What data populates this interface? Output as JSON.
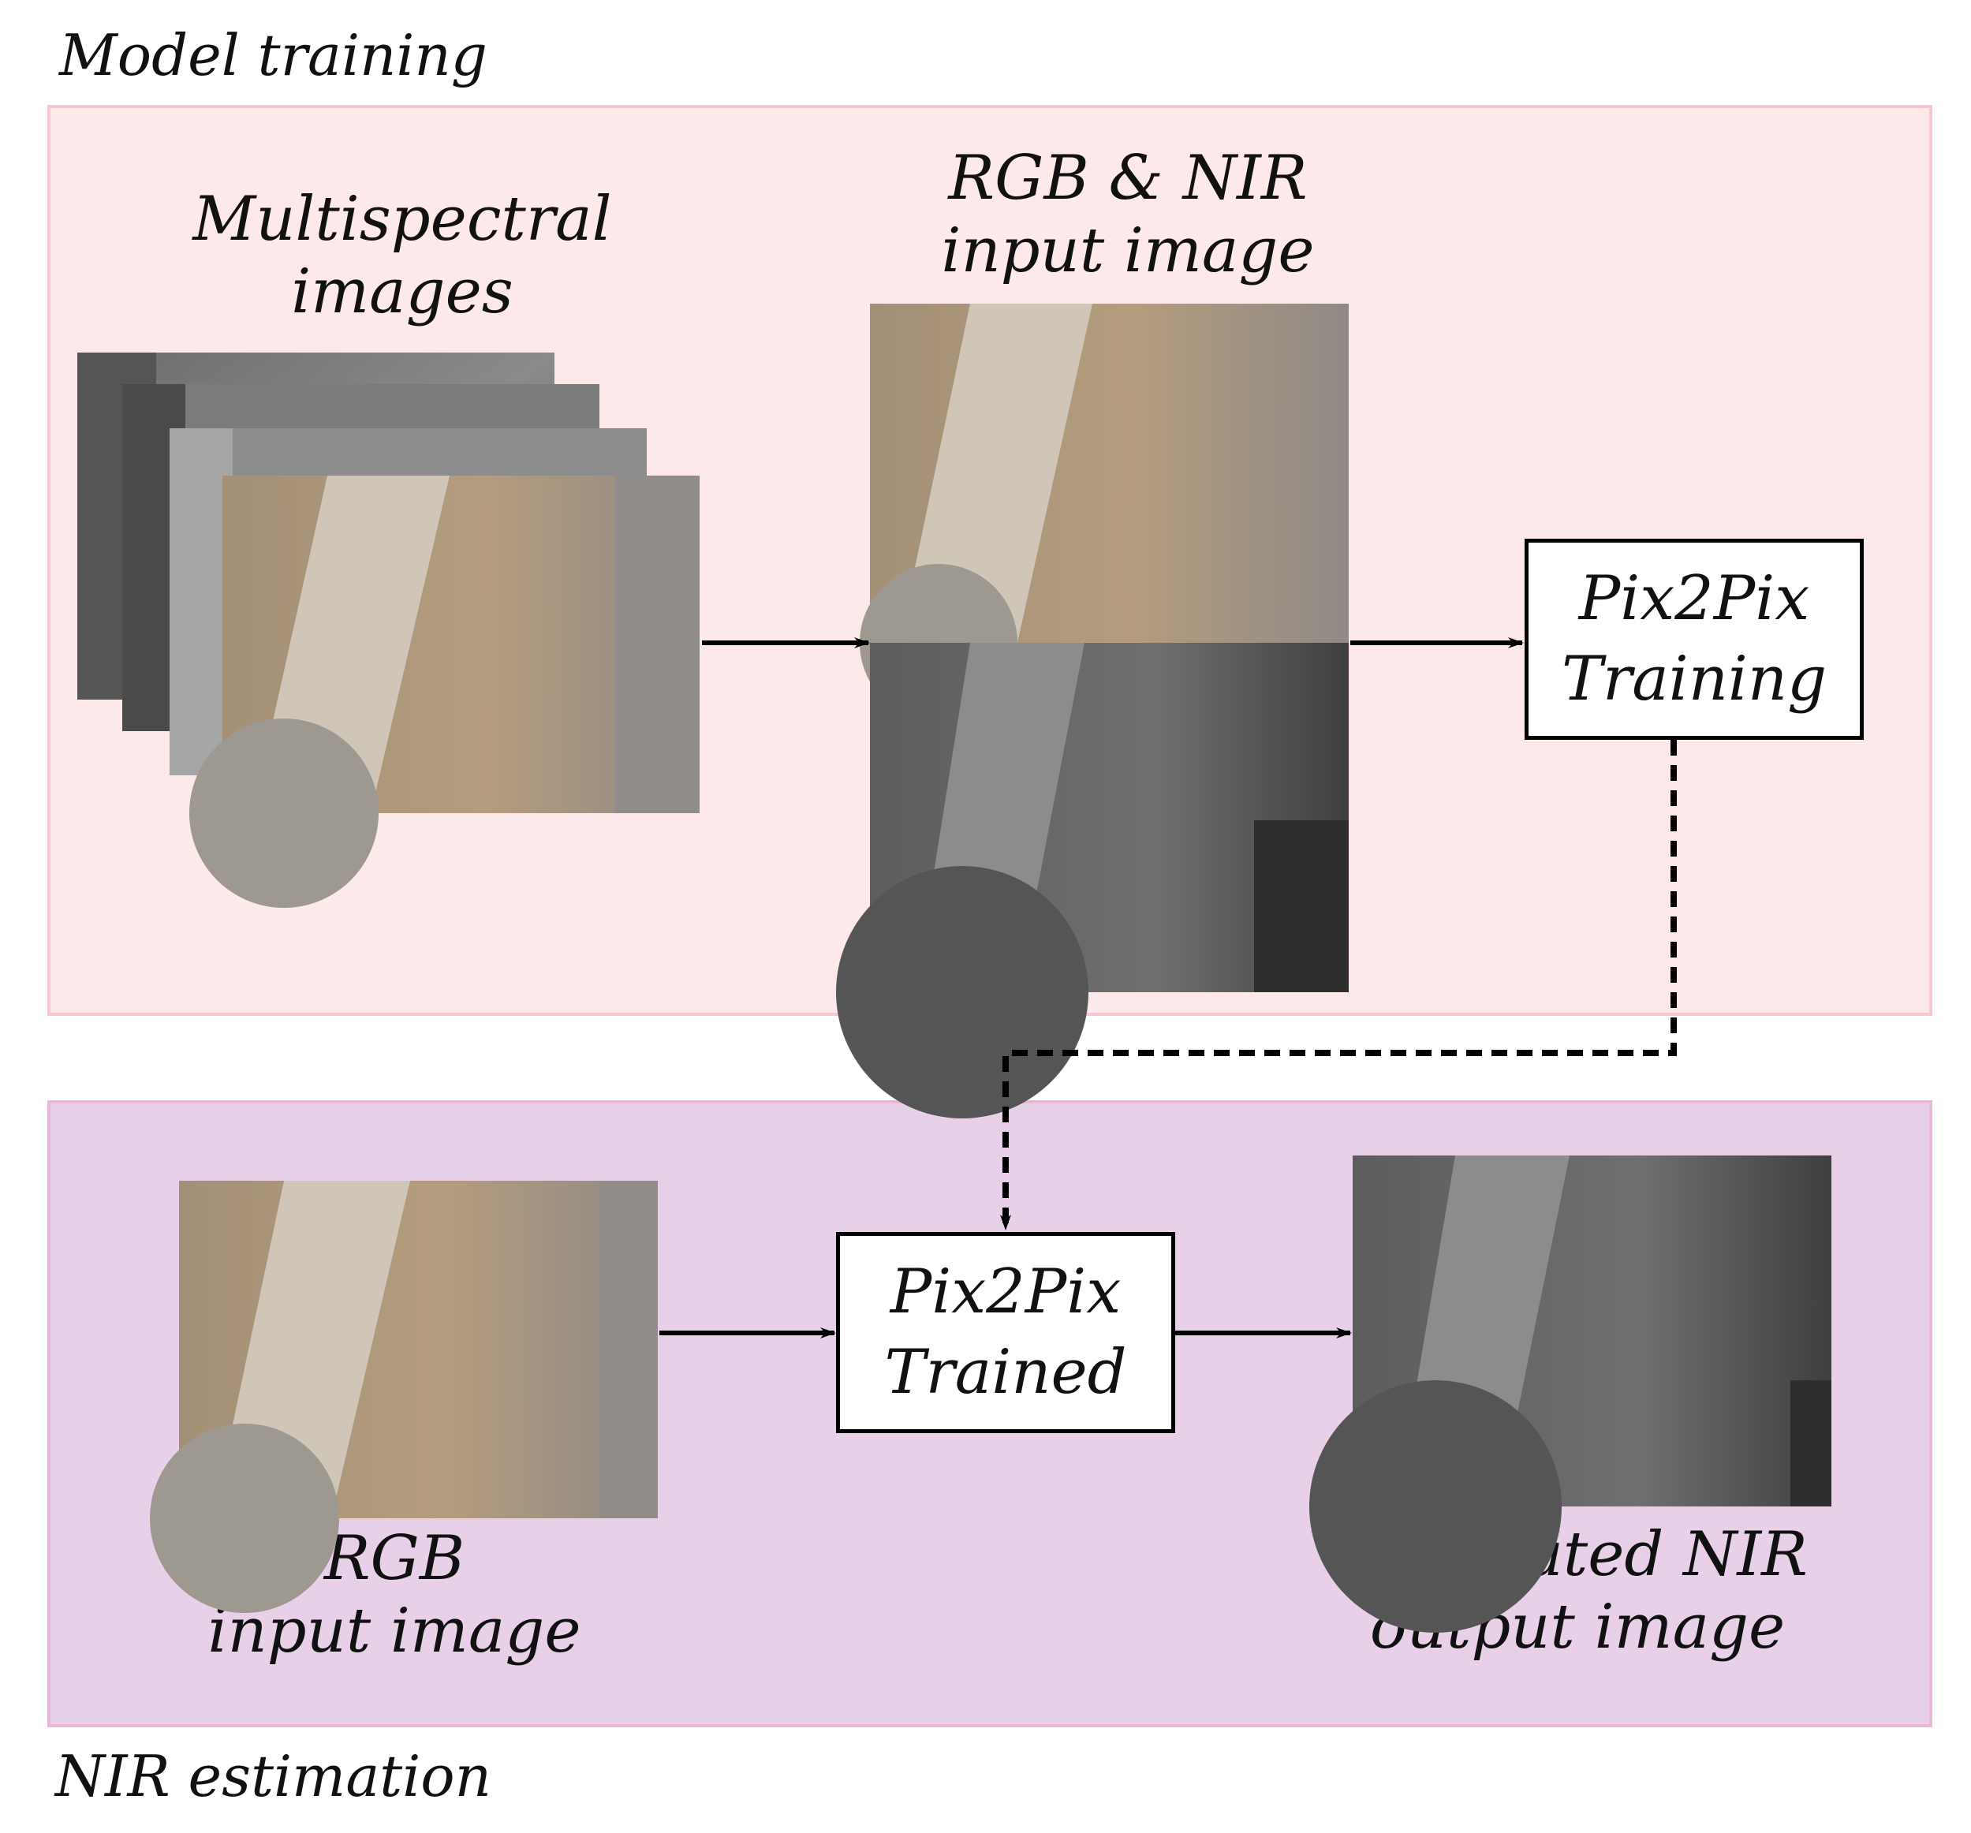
{
  "sections": {
    "training_title": "Model training",
    "estimation_title": "NIR estimation"
  },
  "labels": {
    "multispectral": [
      "Multispectral",
      "images"
    ],
    "rgb_nir": [
      "RGB & NIR",
      "input image"
    ],
    "rgb_input": [
      "RGB",
      "input image"
    ],
    "estimated_output": [
      "Estimated NIR",
      "output image"
    ]
  },
  "boxes": {
    "training": [
      "Pix2Pix",
      "Training"
    ],
    "trained": [
      "Pix2Pix",
      "Trained"
    ]
  },
  "colors": {
    "training_panel": "#fde8ea",
    "training_border": "#f6c6d2",
    "estimation_panel": "#e9d0e9",
    "estimation_border": "#e9b8d6"
  }
}
